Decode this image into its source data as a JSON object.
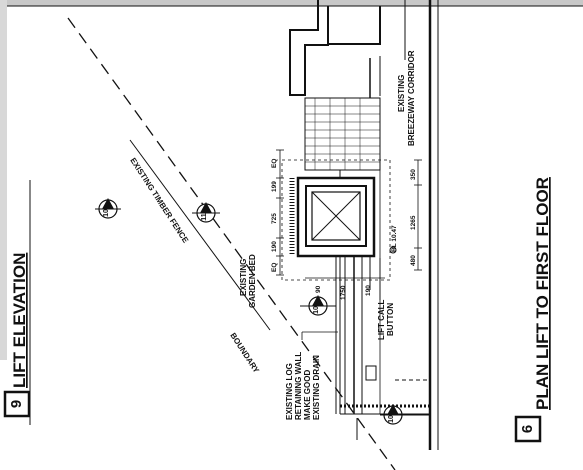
{
  "titles": {
    "lift_elevation": {
      "number": "9",
      "text": "LIFT ELEVATION"
    },
    "plan": {
      "number": "6",
      "text": "PLAN  LIFT TO FIRST FLOOR"
    }
  },
  "callouts": {
    "c10a": "10",
    "c11": "11",
    "c10b": "10",
    "c10c": "10"
  },
  "labels": {
    "existing_timber_fence": "EXISTING TIMBER FENCE",
    "boundary": "BOUNDARY",
    "existing_garden_bed_1": "EXISTING",
    "existing_garden_bed_2": "GARDEN BED",
    "breezeway_1": "EXISTING",
    "breezeway_2": "BREEZEWAY CORRIDOR",
    "retaining_1": "EXISTING LOG",
    "retaining_2": "RETAINING WALL",
    "retaining_3": "MAKE GOOD",
    "retaining_4": "EXISTING DRAIN",
    "lift_call_1": "LIFT CALL",
    "lift_call_2": "BUTTON",
    "rl": "RL 10.47"
  },
  "dimensions": {
    "eq_top": "EQ",
    "d199": "199",
    "d725": "725",
    "d190": "190",
    "eq_bottom": "EQ",
    "d350": "350",
    "d1265": "1265",
    "d480": "480",
    "d90": "90",
    "d1750": "1750",
    "d190b": "190"
  }
}
